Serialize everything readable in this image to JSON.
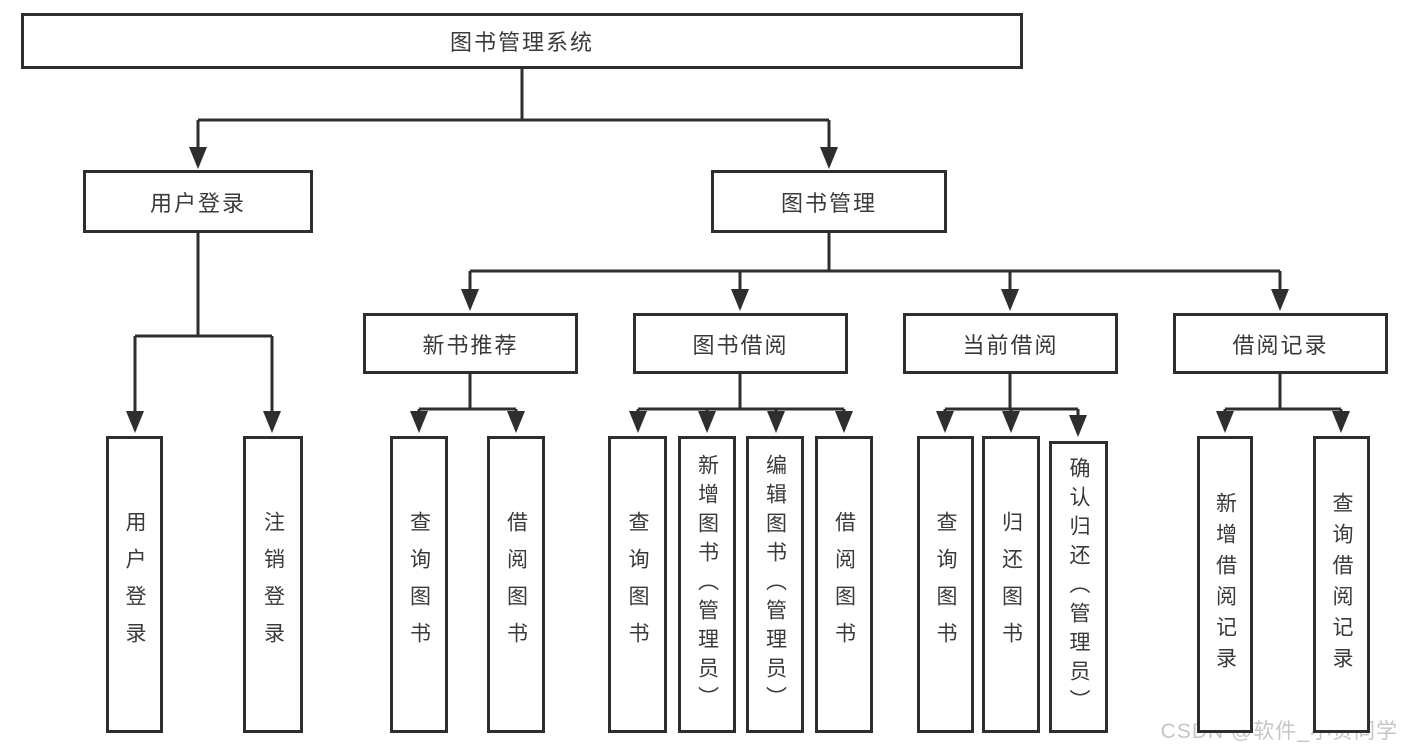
{
  "diagram_type": "hierarchy-chart",
  "tree": {
    "root": {
      "label": "图书管理系统"
    },
    "children": [
      {
        "label": "用户登录",
        "children": [
          {
            "label": "用户登录"
          },
          {
            "label": "注销登录"
          }
        ]
      },
      {
        "label": "图书管理",
        "children": [
          {
            "label": "新书推荐",
            "children": [
              {
                "label": "查询图书"
              },
              {
                "label": "借阅图书"
              }
            ]
          },
          {
            "label": "图书借阅",
            "children": [
              {
                "label": "查询图书"
              },
              {
                "label": "新增图书（管理员）"
              },
              {
                "label": "编辑图书（管理员）"
              },
              {
                "label": "借阅图书"
              }
            ]
          },
          {
            "label": "当前借阅",
            "children": [
              {
                "label": "查询图书"
              },
              {
                "label": "归还图书"
              },
              {
                "label": "确认归还（管理员）"
              }
            ]
          },
          {
            "label": "借阅记录",
            "children": [
              {
                "label": "新增借阅记录"
              },
              {
                "label": "查询借阅记录"
              }
            ]
          }
        ]
      }
    ]
  },
  "watermark": "CSDN @软件_小贺同学",
  "colors": {
    "line": "#2e2e2e",
    "border": "#2e2e2e",
    "text": "#3a3a3a",
    "watermark": "#c6c6c6",
    "background": "#ffffff"
  }
}
